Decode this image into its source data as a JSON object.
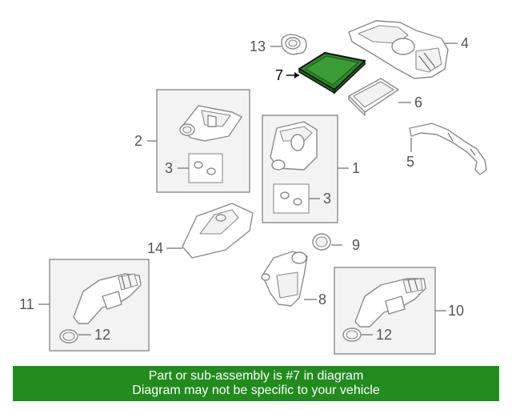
{
  "callouts": {
    "c1": "1",
    "c2": "2",
    "c3a": "3",
    "c3b": "3",
    "c4": "4",
    "c5": "5",
    "c6": "6",
    "c7": "7",
    "c8": "8",
    "c9": "9",
    "c10": "10",
    "c11": "11",
    "c12a": "12",
    "c12b": "12",
    "c13": "13",
    "c14": "14"
  },
  "highlight": {
    "part_number": "7",
    "color": "#228b1e"
  },
  "banner": {
    "line1": "Part or sub-assembly is #7 in diagram",
    "line2": "Diagram may not be specific to your vehicle",
    "background": "#228b1e"
  }
}
